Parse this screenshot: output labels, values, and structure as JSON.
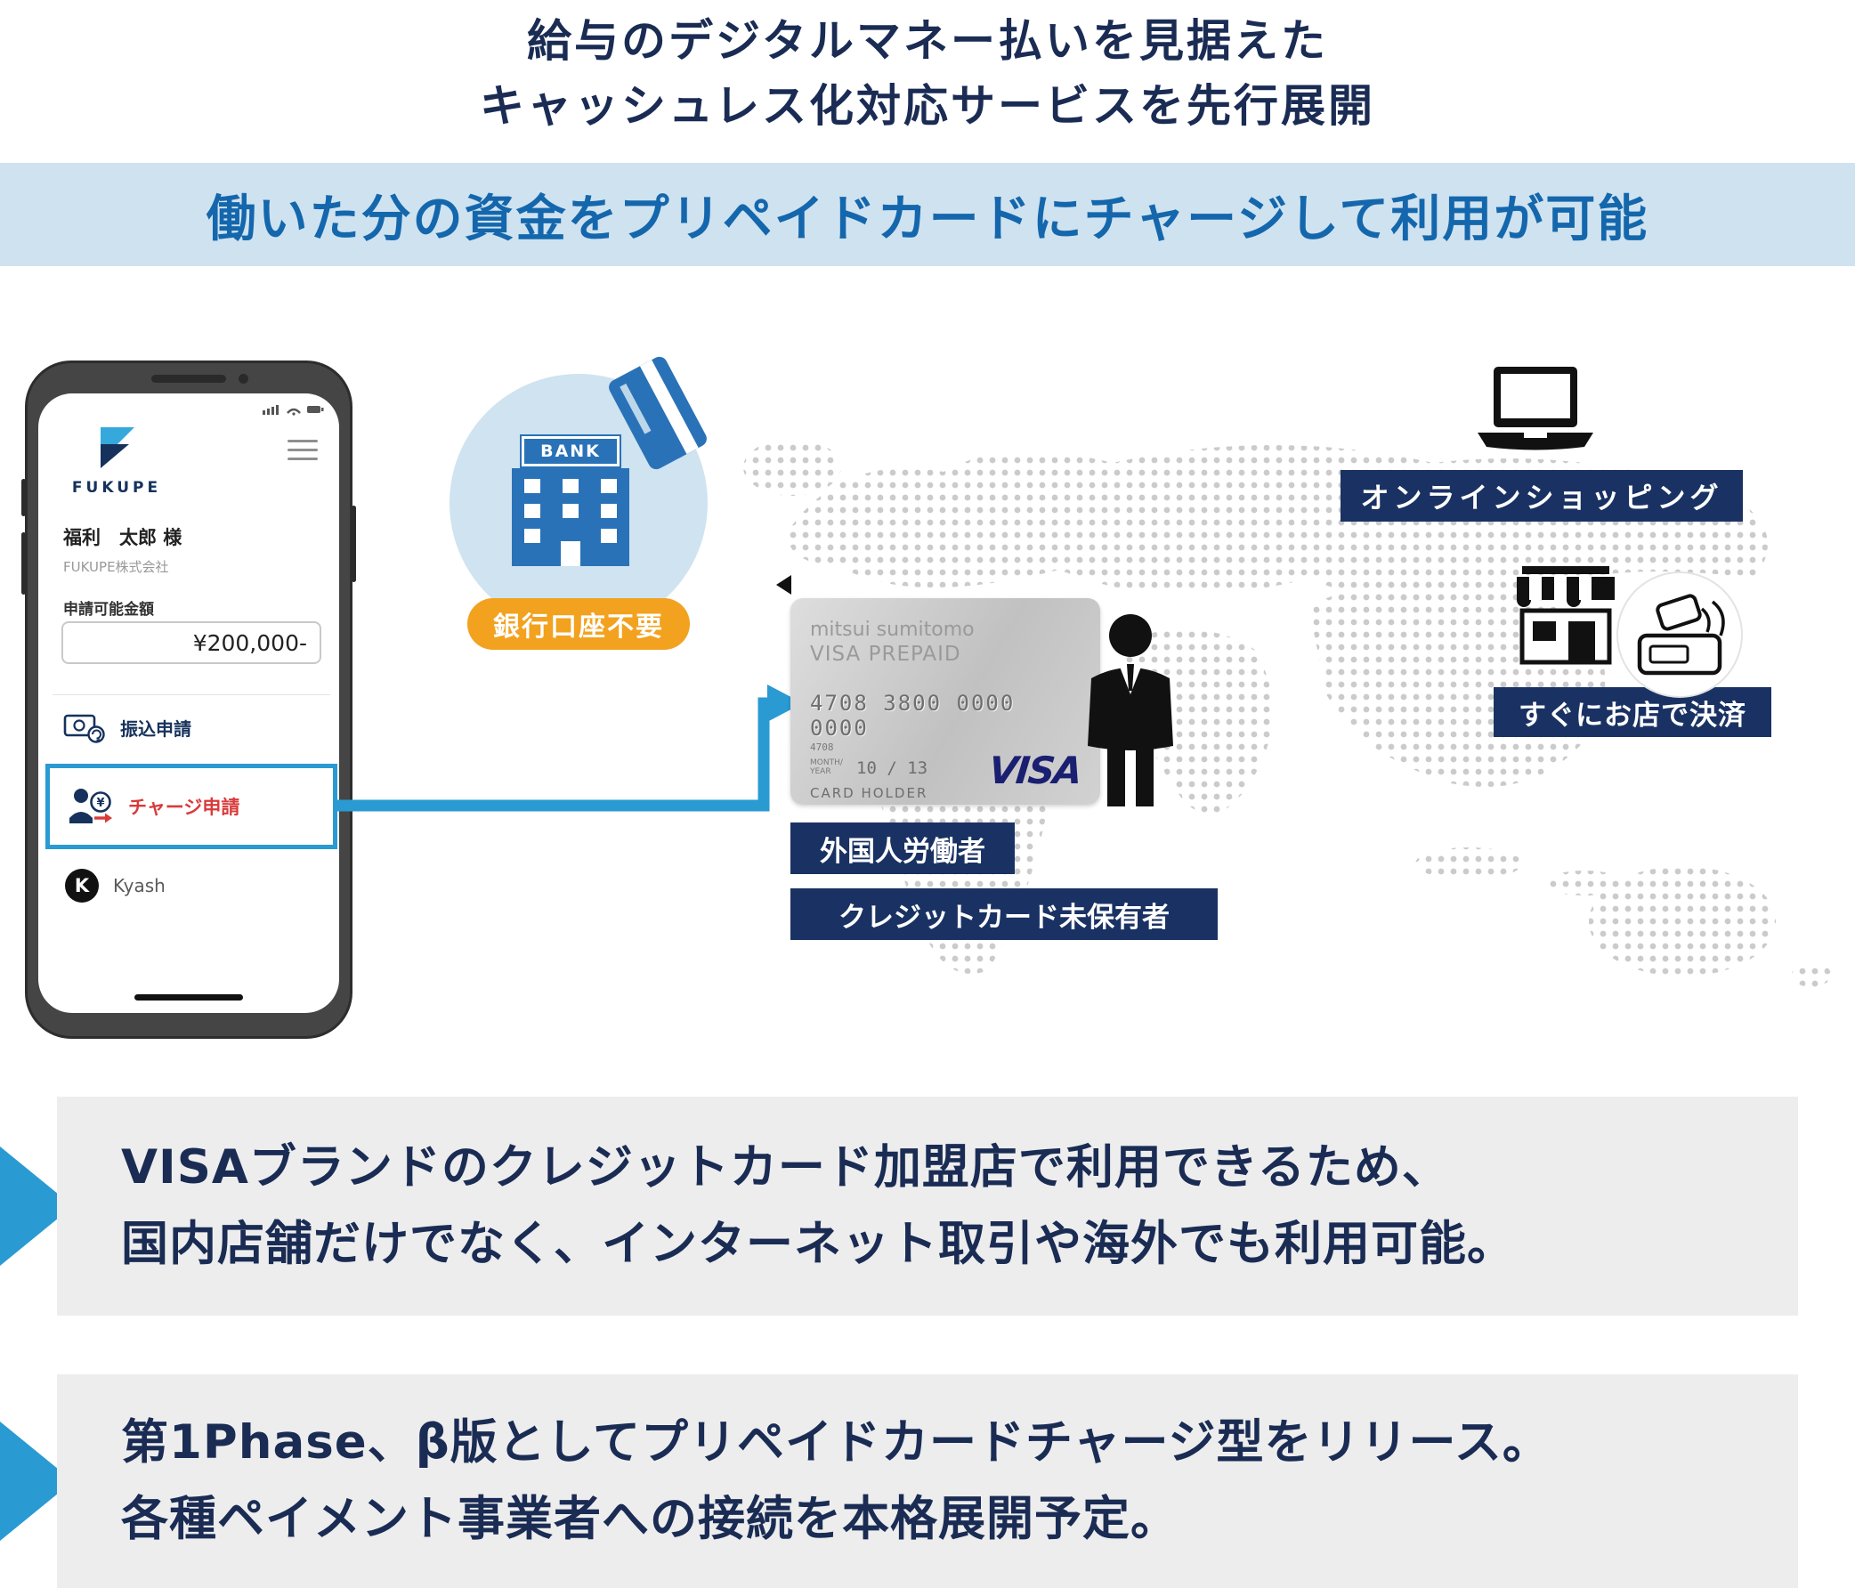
{
  "colors": {
    "title_navy": "#1a2c54",
    "label_navy": "#1a3263",
    "banner_bg": "#cfe2f0",
    "banner_text": "#1467ac",
    "accent_blue": "#2a9ad2",
    "bank_blue": "#2a72b8",
    "orange": "#f2a21f",
    "red": "#d93a3a",
    "visa_blue": "#1a1f71"
  },
  "header": {
    "title_line1": "給与のデジタルマネー払いを見据えた",
    "title_line2": "キャッシュレス化対応サービスを先行展開",
    "banner": "働いた分の資金をプリペイドカードにチャージして利用が可能"
  },
  "phone": {
    "brand": "FUKUPE",
    "user_name": "福利　太郎 様",
    "company": "FUKUPE株式会社",
    "amount_label": "申請可能金額",
    "amount_value": "¥200,000-",
    "transfer_label": "振込申請",
    "charge_label": "チャージ申請",
    "kyash_label": "Kyash",
    "kyash_initial": "K"
  },
  "bank": {
    "sign": "BANK",
    "badge": "銀行口座不要"
  },
  "card": {
    "issuer": "mitsui sumitomo",
    "product": "VISA PREPAID",
    "number": "4708 3800 0000 0000",
    "number_sub": "4708",
    "expiry_label": "MONTH/ YEAR",
    "expiry": "10 / 13",
    "holder": "CARD HOLDER",
    "brand": "VISA"
  },
  "map_labels": {
    "foreign_worker": "外国人労働者",
    "no_credit_card": "クレジットカード未保有者",
    "online_shopping": "オンラインショッピング",
    "pay_at_store": "すぐにお店で決済"
  },
  "icons": {
    "yen": "¥"
  },
  "bullets": [
    {
      "line1": "VISAブランドのクレジットカード加盟店で利用できるため、",
      "line2": "国内店舗だけでなく、インターネット取引や海外でも利用可能。"
    },
    {
      "line1": "第1Phase、β版としてプリペイドカードチャージ型をリリース。",
      "line2": "各種ペイメント事業者への接続を本格展開予定。"
    }
  ]
}
